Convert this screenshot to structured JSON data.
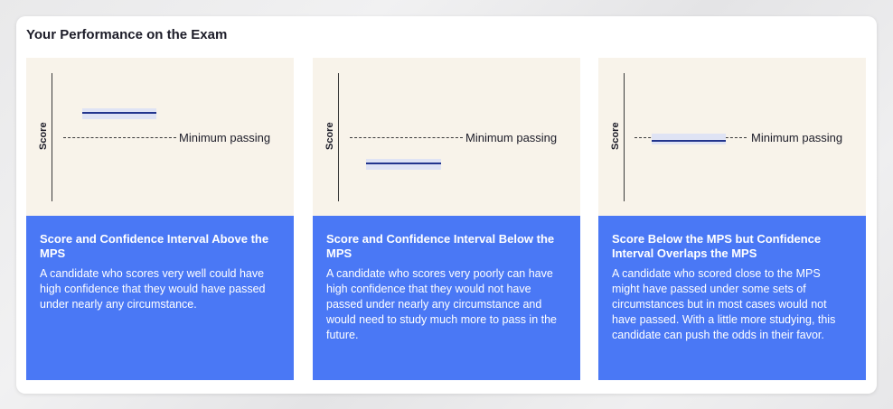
{
  "panel": {
    "title": "Your Performance on the Exam"
  },
  "axis_label": "Score",
  "mps_label": "Minimum passing",
  "colors": {
    "graph_bg": "#f8f3ea",
    "card_blue": "#4a78f5",
    "score_line": "#23358d",
    "band": "#dfe3f4"
  },
  "cards": [
    {
      "title": "Score and Confidence Interval Above the MPS",
      "body": "A candidate who scores very well could have high confidence that they would have passed under nearly any circumstance."
    },
    {
      "title": "Score and Confidence Interval Below the MPS",
      "body": "A candidate who scores very poorly can have high confidence that they would not have passed under nearly any circumstance and would need to study much more to pass in the future."
    },
    {
      "title": "Score Below the MPS but Confidence Interval Overlaps the MPS",
      "body": "A candidate who scored close to the MPS might have passed under some sets of circumstances but in most cases would not have passed. With a little more studying, this candidate can push the odds in their favor."
    }
  ]
}
